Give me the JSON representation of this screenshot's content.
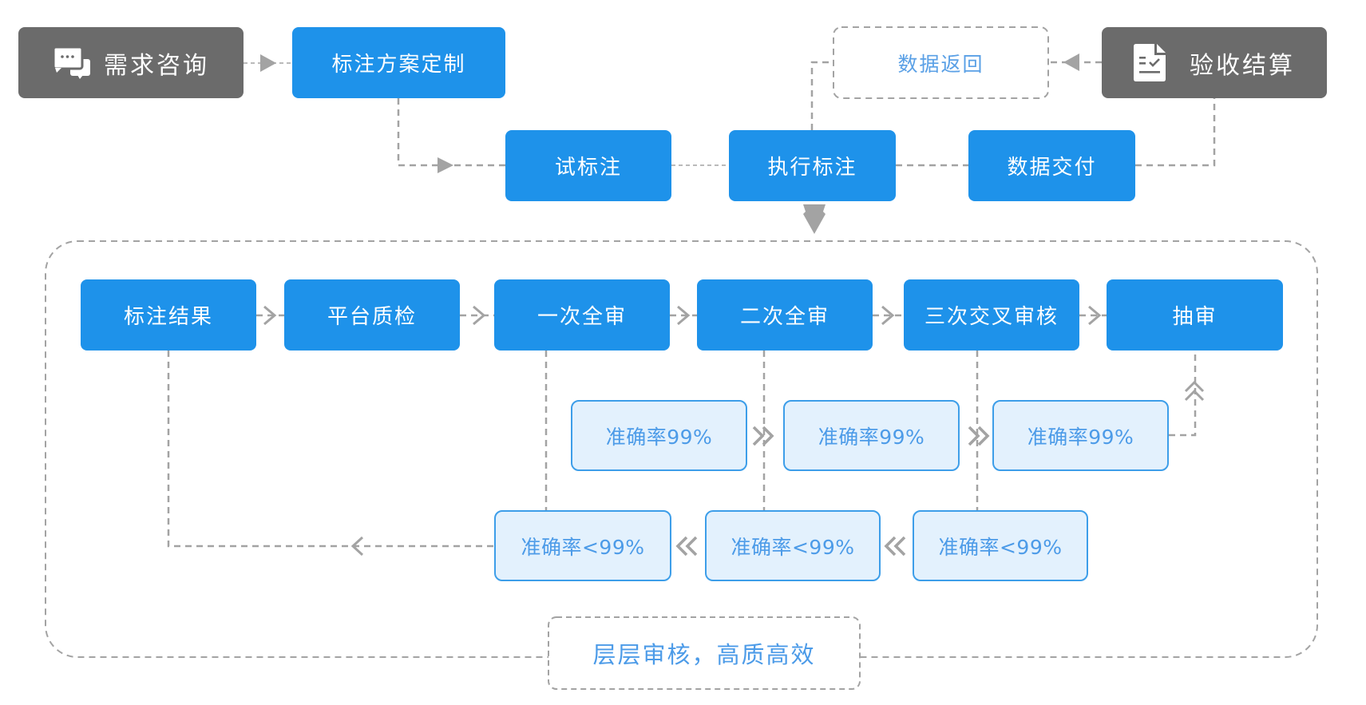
{
  "top_flow": {
    "requirement_consultation": {
      "label": "需求咨询",
      "icon": "chat-bubbles-icon"
    },
    "plan_customization": {
      "label": "标注方案定制"
    },
    "data_return": {
      "label": "数据返回"
    },
    "acceptance_settlement": {
      "label": "验收结算",
      "icon": "document-check-icon"
    }
  },
  "execution_flow": {
    "trial_annotation": {
      "label": "试标注"
    },
    "execute_annotation": {
      "label": "执行标注"
    },
    "data_delivery": {
      "label": "数据交付"
    }
  },
  "review_flow": {
    "stages": [
      {
        "label": "标注结果"
      },
      {
        "label": "平台质检"
      },
      {
        "label": "一次全审"
      },
      {
        "label": "二次全审"
      },
      {
        "label": "三次交叉审核"
      },
      {
        "label": "抽审"
      }
    ],
    "pass_checks": [
      {
        "label": "准确率99%"
      },
      {
        "label": "准确率99%"
      },
      {
        "label": "准确率99%"
      }
    ],
    "fail_checks": [
      {
        "label": "准确率<99%"
      },
      {
        "label": "准确率<99%"
      },
      {
        "label": "准确率<99%"
      }
    ],
    "summary": "层层审核，高质高效"
  },
  "colors": {
    "primary_node": "#1e92ea",
    "terminal_node": "#6b6b6b",
    "check_fill": "#e3f1fd",
    "check_border": "#3d9ee9",
    "check_text": "#4c9be8",
    "connector": "#a3a3a3",
    "soft_text": "#5aa0e6"
  }
}
